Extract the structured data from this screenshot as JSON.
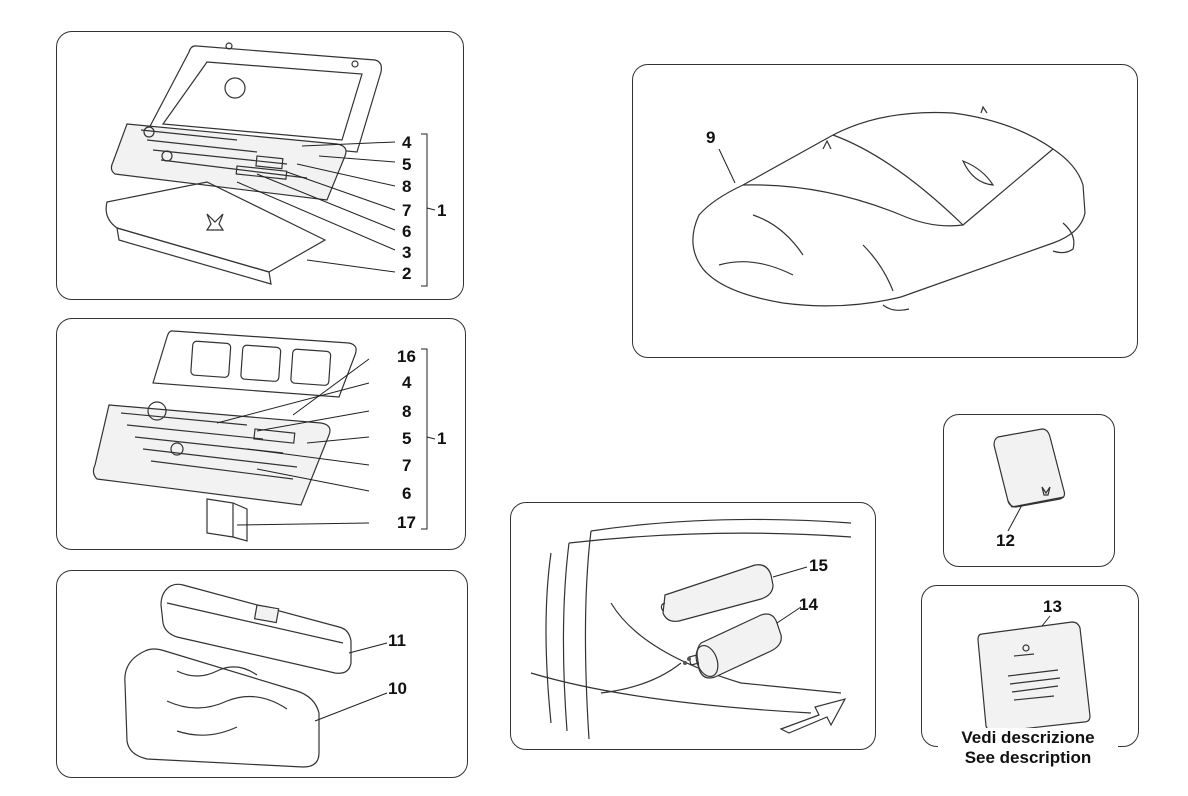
{
  "panels": {
    "toolkit_a": {
      "callouts": [
        "4",
        "5",
        "8",
        "7",
        "6",
        "3",
        "2"
      ],
      "group": "1"
    },
    "toolkit_b": {
      "callouts": [
        "16",
        "4",
        "8",
        "5",
        "7",
        "6",
        "17"
      ],
      "group": "1"
    },
    "bags": {
      "callouts": [
        "11",
        "10"
      ]
    },
    "car_cover": {
      "callouts": [
        "9"
      ]
    },
    "manual": {
      "callouts": [
        "12"
      ]
    },
    "trunk": {
      "callouts": [
        "15",
        "14"
      ]
    },
    "documentation": {
      "callouts": [
        "13"
      ],
      "caption_it": "Vedi descrizione",
      "caption_en": "See description"
    }
  },
  "colors": {
    "line": "#333333",
    "background": "#ffffff"
  }
}
